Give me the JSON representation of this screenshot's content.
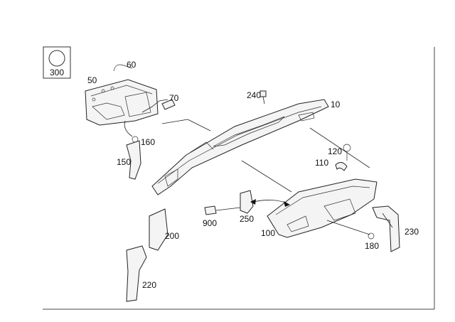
{
  "diagram": {
    "legend_label": "300",
    "parts": {
      "p10": "10",
      "p50": "50",
      "p60": "60",
      "p70": "70",
      "p100": "100",
      "p110": "110",
      "p120": "120",
      "p150": "150",
      "p160": "160",
      "p180": "180",
      "p200": "200",
      "p220": "220",
      "p230": "230",
      "p240": "240",
      "p250": "250",
      "p900": "900"
    }
  }
}
